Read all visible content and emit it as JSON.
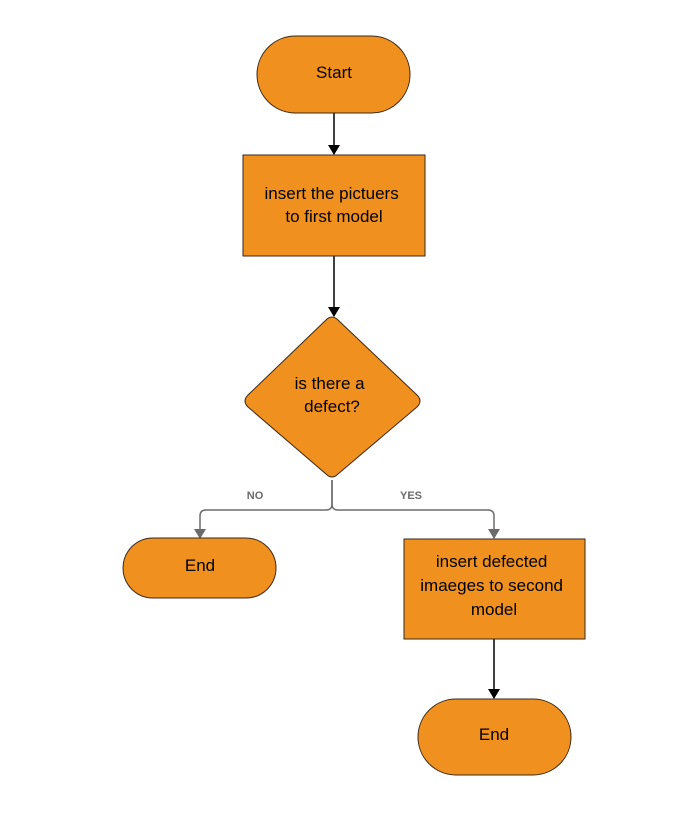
{
  "colors": {
    "node_fill": "#f0901f",
    "node_stroke": "#3a2a1a",
    "arrow_black": "#000000",
    "arrow_gray": "#6b6b6b",
    "label_gray": "#6b6b6b"
  },
  "nodes": {
    "start": {
      "shape": "terminal",
      "lines": [
        "Start"
      ]
    },
    "step1": {
      "shape": "process",
      "lines": [
        "insert the pictuers",
        "to first model"
      ]
    },
    "decision": {
      "shape": "decision",
      "lines": [
        "is there a",
        "defect?"
      ]
    },
    "end_no": {
      "shape": "terminal",
      "lines": [
        "End"
      ]
    },
    "step2": {
      "shape": "process",
      "lines": [
        "insert defected",
        "imaeges to second",
        "model"
      ]
    },
    "end_yes": {
      "shape": "terminal",
      "lines": [
        "End"
      ]
    }
  },
  "edges": {
    "no_label": "NO",
    "yes_label": "YES"
  }
}
